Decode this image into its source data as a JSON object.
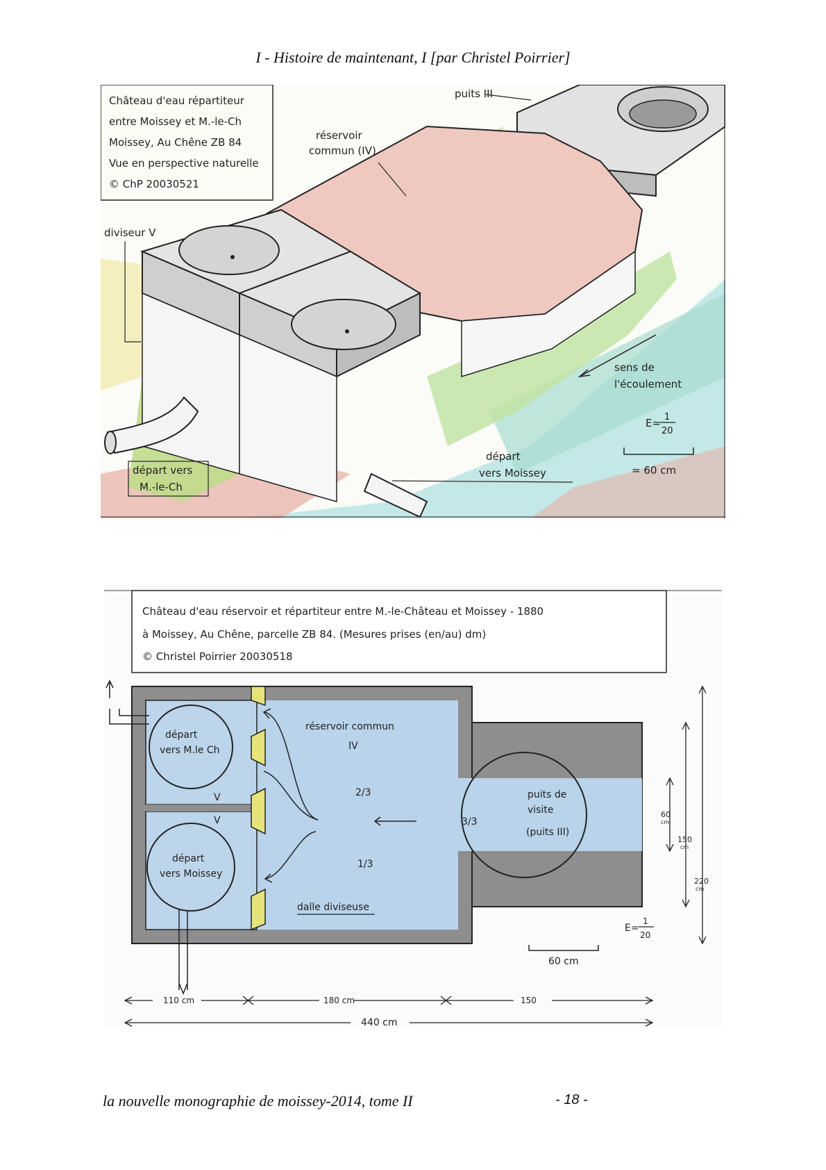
{
  "header": {
    "title": "I - Histoire de maintenant, I [par Christel Poirrier]"
  },
  "perspective": {
    "caption_lines": [
      "Château d'eau répartiteur",
      "entre Moissey et M.-le-Ch",
      "Moissey, Au Chêne ZB 84",
      "Vue en perspective naturelle",
      "© ChP 20030521"
    ],
    "label_puits": "puits III",
    "label_reservoir_1": "réservoir",
    "label_reservoir_2": "commun (IV)",
    "label_diviseur": "diviseur V",
    "label_sens_1": "sens de",
    "label_sens_2": "l'écoulement",
    "label_depart_mlc_1": "départ vers",
    "label_depart_mlc_2": "M.-le-Ch",
    "label_depart_moissey_1": "départ",
    "label_depart_moissey_2": "vers Moissey",
    "scale_label": "E≃",
    "scale_num": "1",
    "scale_den": "20",
    "scale_bar_label": "≃ 60 cm"
  },
  "plan": {
    "caption_lines": [
      "Château d'eau réservoir et répartiteur entre M.-le-Château et Moissey - 1880",
      "à Moissey, Au Chêne, parcelle ZB 84. (Mesures prises (en/au) dm)",
      "© Christel Poirrier 20030518"
    ],
    "depart_mlc_1": "départ",
    "depart_mlc_2": "vers M.le Ch",
    "depart_moissey_1": "départ",
    "depart_moissey_2": "vers Moissey",
    "roman_v": "V",
    "reservoir_1": "réservoir commun",
    "reservoir_2": "IV",
    "frac_two_thirds": "2/3",
    "frac_three_thirds": "3/3",
    "frac_one_third": "1/3",
    "puits_1": "puits de",
    "puits_2": "visite",
    "puits_3": "(puits III)",
    "dalle": "dalle diviseuse",
    "dim_60": "60",
    "dim_cm": "cm",
    "dim_150": "150",
    "dim_220": "220",
    "scale_label": "E=",
    "scale_num": "1",
    "scale_den": "20",
    "scale_bar_label": "60 cm",
    "dim_110": "110 cm",
    "dim_180": "180 cm",
    "dim_150h": "150",
    "dim_440": "440 cm"
  },
  "footer": {
    "text": "la nouvelle monographie de moissey-2014, tome II",
    "page": "- 18 -"
  }
}
